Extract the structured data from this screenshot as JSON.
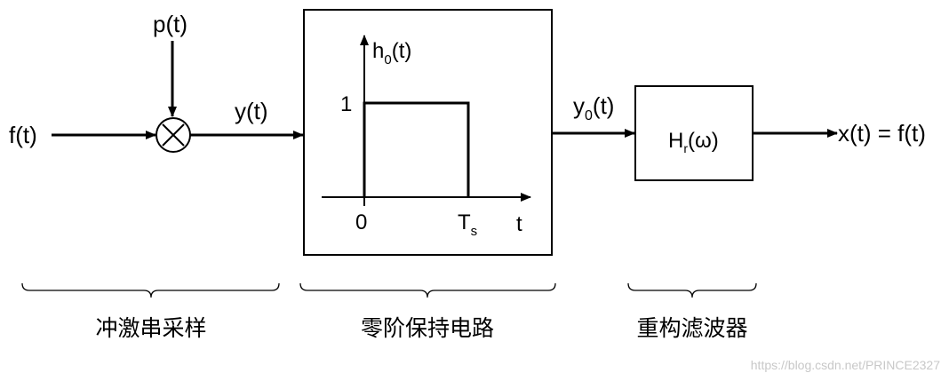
{
  "signals": {
    "input": "f(t)",
    "sampling_pulse": "p(t)",
    "sampled": "y(t)",
    "held_base": "y",
    "held_sub": "0",
    "held_tail": "(t)",
    "output": "x(t) = f(t)"
  },
  "zoh_plot": {
    "ylabel_base": "h",
    "ylabel_sub": "0",
    "ylabel_tail": "(t)",
    "level": "1",
    "x_start": "0",
    "x_end_base": "T",
    "x_end_sub": "s",
    "x_axis": "t"
  },
  "filter": {
    "label_base": "H",
    "label_sub": "r",
    "label_tail": "(ω)"
  },
  "stages": {
    "sampling": "冲激串采样",
    "hold": "零阶保持电路",
    "filter": "重构滤波器"
  },
  "watermark": "https://blog.csdn.net/PRINCE2327"
}
